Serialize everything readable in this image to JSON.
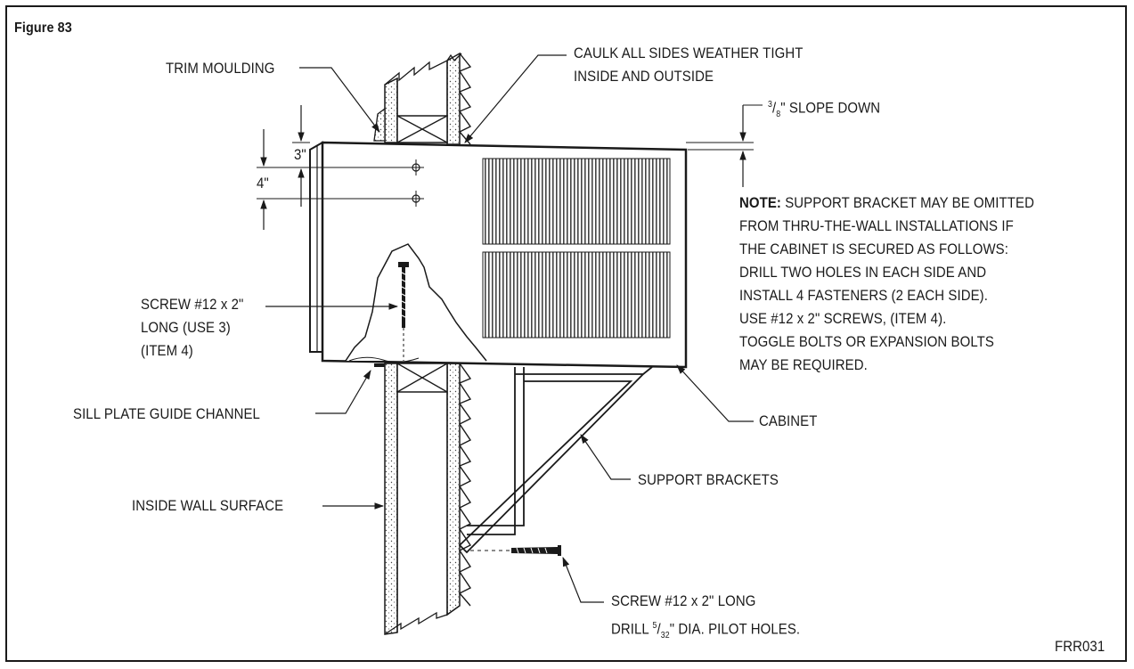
{
  "figure": {
    "title": "Figure 83",
    "code": "FRR031"
  },
  "labels": {
    "trim_moulding": "TRIM MOULDING",
    "caulk_line1": "CAULK ALL SIDES WEATHER TIGHT",
    "caulk_line2": "INSIDE AND OUTSIDE",
    "slope_num": "3",
    "slope_den": "8",
    "slope_text": "\" SLOPE DOWN",
    "dim_3": "3\"",
    "dim_4": "4\"",
    "screw_line1": "SCREW #12 x 2\"",
    "screw_line2": "LONG (USE 3)",
    "screw_line3": "(ITEM 4)",
    "sill_plate": "SILL PLATE GUIDE CHANNEL",
    "inside_wall": "INSIDE WALL SURFACE",
    "cabinet": "CABINET",
    "support_brackets": "SUPPORT BRACKETS",
    "bottom_screw_line1": "SCREW #12 x 2\" LONG",
    "bottom_screw_drill": "DRILL ",
    "bottom_screw_num": "5",
    "bottom_screw_den": "32",
    "bottom_screw_rest": "\" DIA. PILOT HOLES."
  },
  "note": {
    "heading": "NOTE:",
    "line1": " SUPPORT BRACKET MAY BE OMITTED",
    "line2": "FROM THRU-THE-WALL INSTALLATIONS IF",
    "line3": "THE CABINET IS SECURED AS FOLLOWS:",
    "line4": "DRILL TWO HOLES IN EACH SIDE AND",
    "line5": "INSTALL 4 FASTENERS (2 EACH SIDE).",
    "line6": "USE #12 x 2\" SCREWS, (ITEM 4).",
    "line7": "TOGGLE BOLTS OR EXPANSION BOLTS",
    "line8": "MAY BE REQUIRED."
  }
}
